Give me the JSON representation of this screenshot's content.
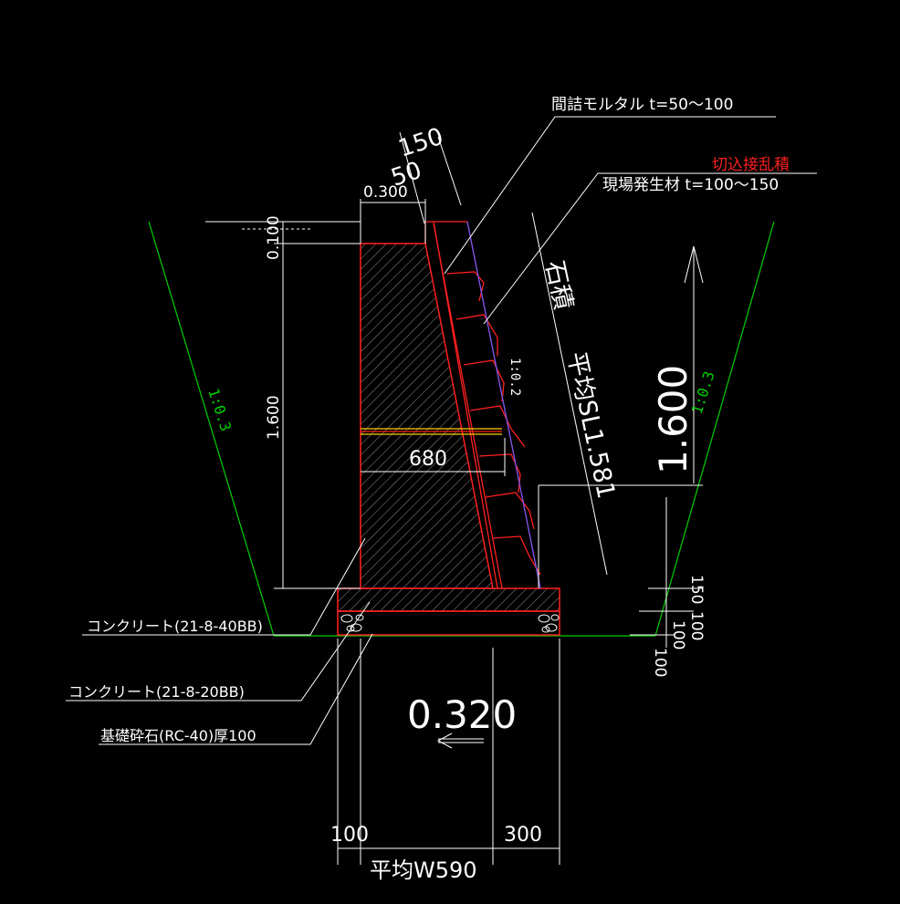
{
  "labels": {
    "grout": "間詰モルタル t=50〜100",
    "cut_type": "切込接乱積",
    "backfill": "現場発生材 t=100〜150",
    "stone": "石積",
    "avg_sl": "平均SL1.581",
    "slope_stone": "1:0.2",
    "slope_left": "1:0.3",
    "slope_right": "1:0.3",
    "conc_40": "コンクリート(21-8-40BB)",
    "conc_20": "コンクリート(21-8-20BB)",
    "gravel": "基礎砕石(RC-40)厚100"
  },
  "dims": {
    "d150": "150",
    "d50": "50",
    "d0300": "0.300",
    "d0100": "0.100",
    "d1600": "1.600",
    "d680": "680",
    "big1600": "1.600",
    "d150r": "150",
    "d100a": "100",
    "d100b": "100",
    "d100c": "100",
    "d0320": "0.320",
    "d100bottom": "100",
    "d300bottom": "300",
    "avg_w": "平均W590"
  },
  "colors": {
    "white": "#ffffff",
    "red": "#ff2020",
    "green": "#00d000",
    "blue": "#6a5cff",
    "yellow": "#ffd000"
  }
}
